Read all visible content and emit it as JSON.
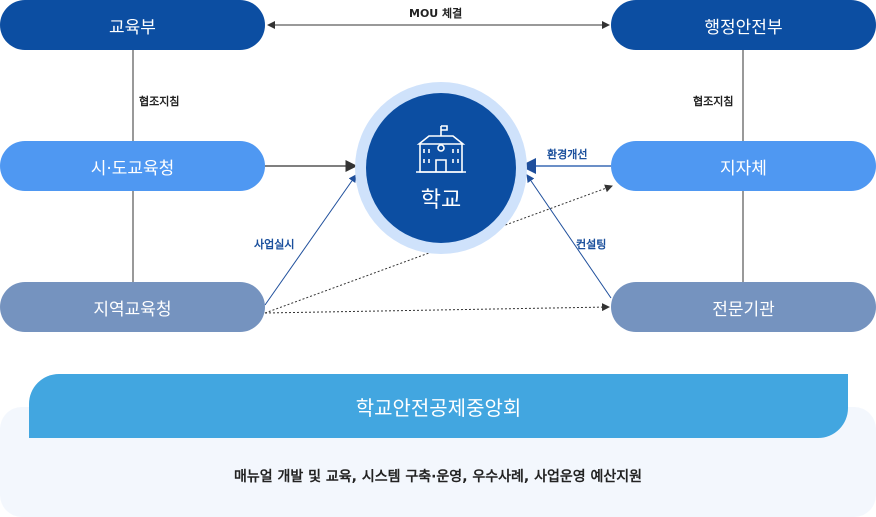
{
  "nodes": {
    "moe": "교육부",
    "mois": "행정안전부",
    "provincial": "시·도교육청",
    "local_gov": "지자체",
    "district": "지역교육청",
    "expert": "전문기관",
    "school": "학교"
  },
  "edges": {
    "mou": "MOU 체결",
    "coop_left": "협조지침",
    "coop_right": "협조지침",
    "env": "환경개선",
    "project": "사업실시",
    "consult": "컨설팅"
  },
  "bottom": {
    "title": "학교안전공제중앙회",
    "description": "매뉴얼 개발 및 교육, 시스템 구축·운영, 우수사례, 사업운영 예산지원"
  },
  "colors": {
    "dark": "#0c4ea2",
    "light": "#4f98f2",
    "slate": "#7593bf",
    "banner": "#42a6e0"
  }
}
